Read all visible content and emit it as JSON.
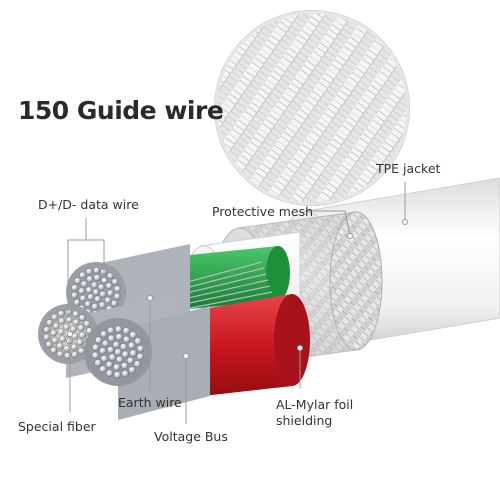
{
  "title": "150 Guide wire",
  "labels": {
    "tpe_jacket": "TPE jacket",
    "data_wire": "D+/D- data wire",
    "protective_mesh": "Protective mesh",
    "earth_wire": "Earth wire",
    "al_mylar_line1": "AL-Mylar foil",
    "al_mylar_line2": "shielding",
    "special_fiber": "Special fiber",
    "voltage_bus": "Voltage Bus"
  },
  "colors": {
    "jacket": "#f3f3f3",
    "mesh": "#d6d6d6",
    "green_insulation": "#27a84a",
    "red_insulation": "#d9232a",
    "copper_strand": "#c4c7cc",
    "fiber": "#d9c88a",
    "leader_line": "#9a9a9a"
  }
}
